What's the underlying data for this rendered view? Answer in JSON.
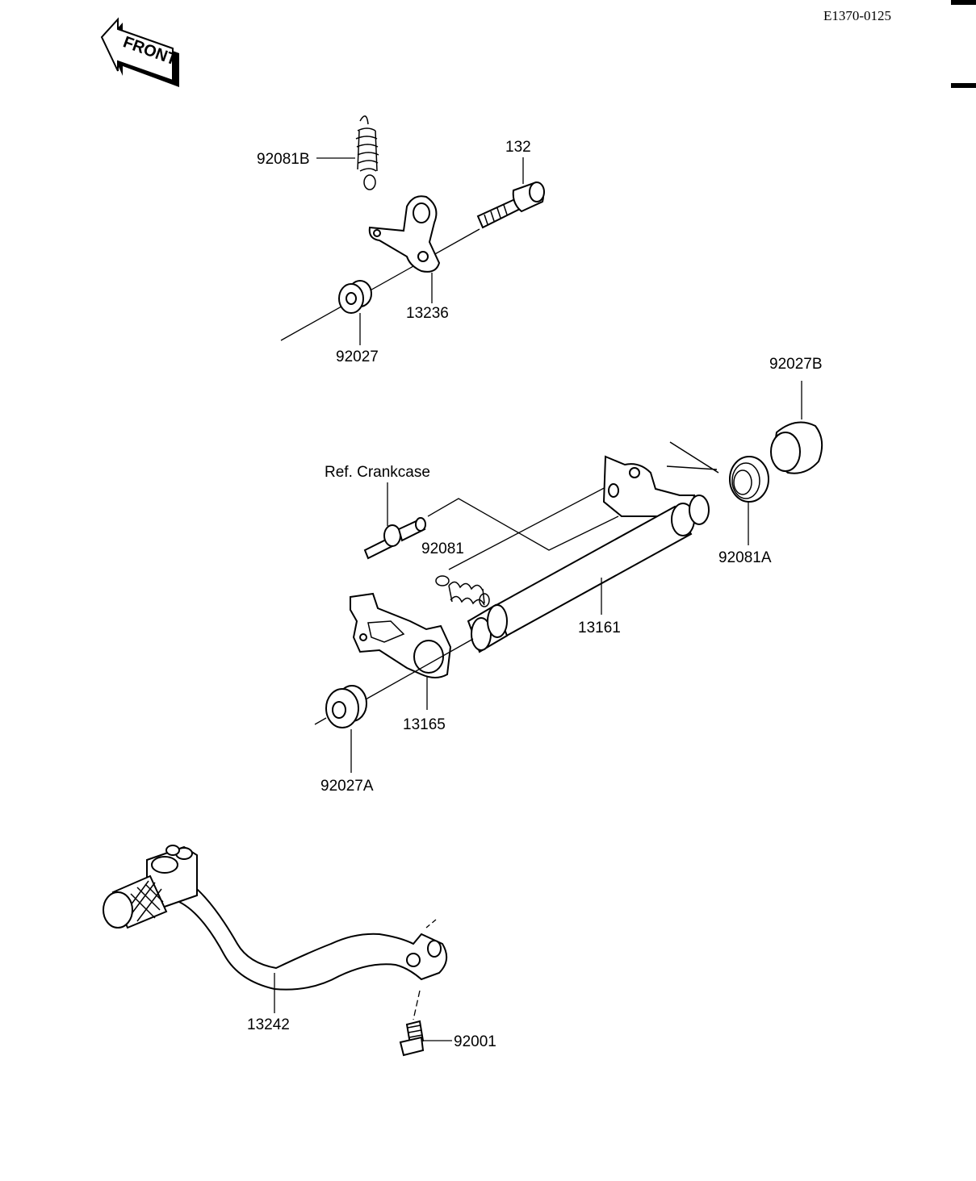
{
  "document": {
    "code": "E1370-0125",
    "front_badge": "FRONT"
  },
  "labels": {
    "spring_b": "92081B",
    "bolt": "132",
    "stopper_arm": "13236",
    "collar": "92027",
    "collar_b": "92027B",
    "ref_crankcase": "Ref. Crankcase",
    "spring": "92081",
    "spring_a": "92081A",
    "shift_shaft": "13161",
    "shift_plate": "13165",
    "collar_a": "92027A",
    "shift_pedal": "13242",
    "pedal_bolt": "92001"
  }
}
